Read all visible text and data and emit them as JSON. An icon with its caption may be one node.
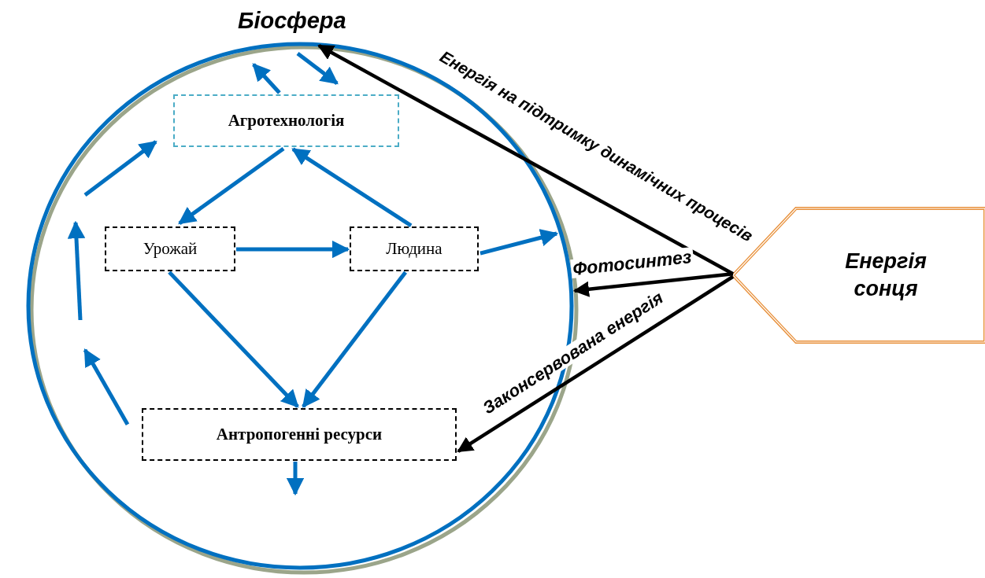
{
  "diagram": {
    "nodes": [
      {
        "text": [
          "Біосфера"
        ]
      },
      {
        "text": [
          "Агротехнологія"
        ],
        "in": 0
      },
      {
        "text": [
          "Урожай"
        ],
        "in": 0
      },
      {
        "text": [
          "Людина"
        ],
        "in": 0
      },
      {
        "text": [
          "Антропогенні ресурси"
        ],
        "in": 0
      },
      {
        "text": [
          "Енергія сонця"
        ]
      }
    ],
    "edges": [
      {
        "from": 1,
        "to": 2,
        "arrow": "to"
      },
      {
        "from": 3,
        "to": 1,
        "arrow": "to"
      },
      {
        "from": 2,
        "to": 3,
        "arrow": "to"
      },
      {
        "from": 2,
        "to": 4,
        "arrow": "to"
      },
      {
        "from": 3,
        "to": 4,
        "arrow": "to"
      },
      {
        "from": 3,
        "to": null,
        "arrow": "to"
      },
      {
        "from": 4,
        "to": null,
        "arrow": "to"
      },
      {
        "from": 4,
        "to": null,
        "arrow": "to"
      },
      {
        "from": null,
        "to": 1,
        "arrow": "to"
      },
      {
        "from": 1,
        "to": null,
        "arrow": "to"
      },
      {
        "from": null,
        "to": 1,
        "arrow": "to"
      },
      {
        "from": 5,
        "to": 0,
        "arrow": "to",
        "label": "Енергія на підтримку динамічних процесів",
        "color": "#000000"
      },
      {
        "from": 5,
        "to": 0,
        "arrow": "to",
        "label": "Фотосинтез",
        "color": "#000000"
      },
      {
        "from": 5,
        "to": 4,
        "arrow": "to",
        "label": "Законсервована енергія",
        "color": "#000000"
      }
    ]
  }
}
